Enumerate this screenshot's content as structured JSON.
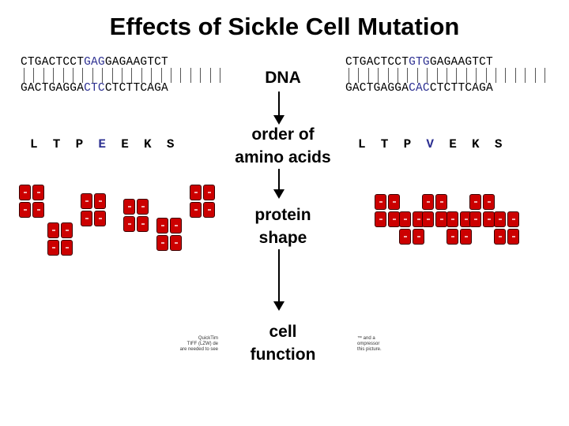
{
  "title": "Effects of Sickle Cell Mutation",
  "dna_left": {
    "top_pre": "CTGACTCCT",
    "top_mut": "GAG",
    "top_post": "GAGAAGTCT",
    "bottom_pre": "GACTGAGGA",
    "bottom_mut": "CTC",
    "bottom_post": "CTCTTCAGA"
  },
  "dna_right": {
    "top_pre": "CTGACTCCT",
    "top_mut": "GTG",
    "top_post": "GAGAAGTCT",
    "bottom_pre": "GACTGAGGA",
    "bottom_mut": "CAC",
    "bottom_post": "CTCTTCAGA"
  },
  "amino_left": {
    "pre": "L  T  P  ",
    "mut": "E",
    "post": "  E  K  S"
  },
  "amino_right": {
    "pre": "L  T  P  ",
    "mut": "V",
    "post": "  E  K  S"
  },
  "labels": {
    "dna": "DNA",
    "order_line1": "order of",
    "order_line2": "amino acids",
    "shape_line1": "protein",
    "shape_line2": "shape",
    "function_line1": "cell",
    "function_line2": "function"
  },
  "placeholder_left": {
    "line1": "QuickTim",
    "line2": "TIFF (LZW) de",
    "line3": "are needed to see"
  },
  "placeholder_right": {
    "line1": "™ and a",
    "line2": "ompressor",
    "line3": "this picture."
  },
  "colors": {
    "mutation": "#2e3192",
    "protein_cell": "#cc0000"
  }
}
